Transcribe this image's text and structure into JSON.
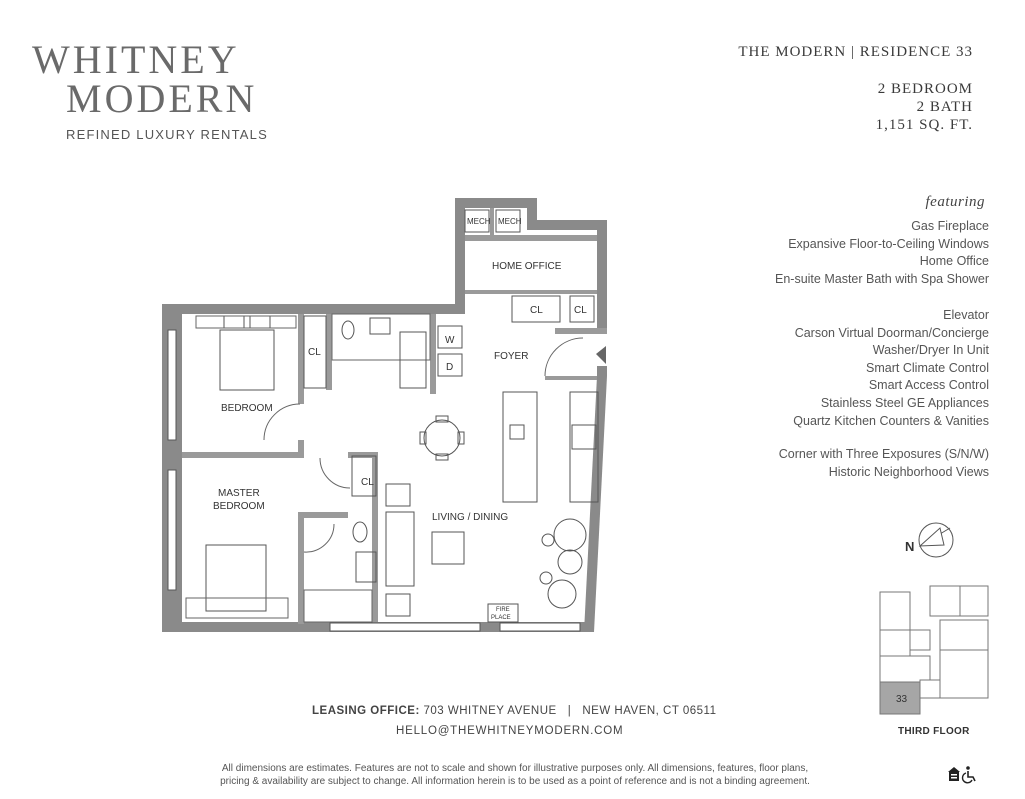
{
  "brand": {
    "line1": "WHITNEY",
    "line2": "MODERN",
    "tagline": "REFINED LUXURY RENTALS"
  },
  "header": {
    "residence": "THE MODERN | RESIDENCE 33",
    "bedrooms": "2 BEDROOM",
    "baths": "2 BATH",
    "sqft": "1,151 SQ. FT."
  },
  "features": {
    "title": "featuring",
    "group1": [
      "Gas Fireplace",
      "Expansive Floor-to-Ceiling Windows",
      "Home Office",
      "En-suite Master Bath with Spa Shower"
    ],
    "group2": [
      "Elevator",
      "Carson Virtual Doorman/Concierge",
      "Washer/Dryer In Unit",
      "Smart Climate Control",
      "Smart Access Control",
      "Stainless Steel GE Appliances",
      "Quartz Kitchen Counters & Vanities"
    ],
    "group3": [
      "Corner with Three Exposures (S/N/W)",
      "Historic Neighborhood Views"
    ]
  },
  "plan_labels": {
    "mech1": "MECH",
    "mech2": "MECH",
    "home_office": "HOME OFFICE",
    "cl_office1": "CL",
    "cl_office2": "CL",
    "w": "W",
    "d": "D",
    "foyer": "FOYER",
    "cl_bedroom": "CL",
    "bedroom": "BEDROOM",
    "master1": "MASTER",
    "master2": "BEDROOM",
    "cl_master": "CL",
    "living": "LIVING / DINING",
    "fire1": "FIRE",
    "fire2": "PLACE"
  },
  "compass": {
    "letter": "N"
  },
  "keyplan": {
    "unit": "33",
    "floor_label": "THIRD FLOOR"
  },
  "footer": {
    "leasing_label": "LEASING OFFICE:",
    "leasing_address": "703 WHITNEY AVENUE   |   NEW HAVEN, CT 06511",
    "email": "HELLO@THEWHITNEYMODERN.COM",
    "disclaimer1": "All dimensions are estimates. Features are not to scale and shown for illustrative purposes only. All dimensions, features, floor plans,",
    "disclaimer2": "pricing & availability are subject to change. All information herein is to be used as a point of reference and is not a binding agreement."
  },
  "colors": {
    "wall": "#8a8a8a",
    "unit_highlight": "#a6a6a6"
  }
}
